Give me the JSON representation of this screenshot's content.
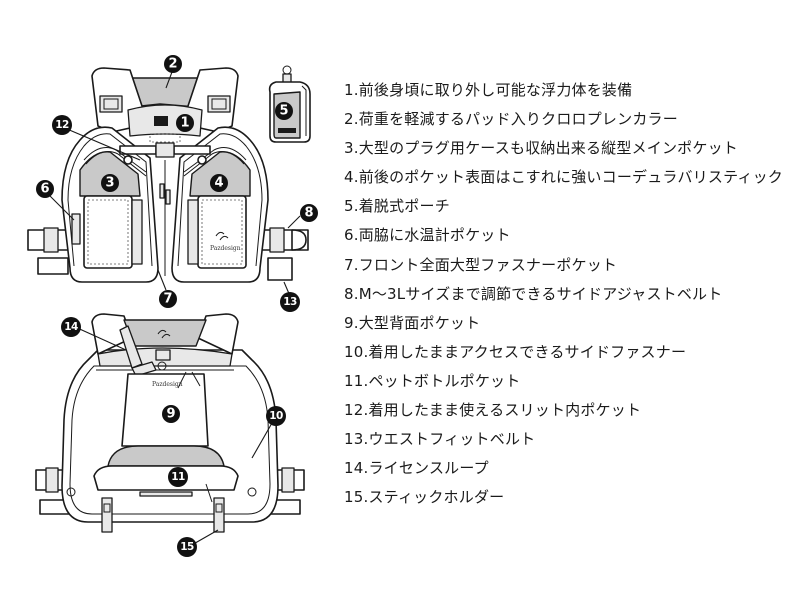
{
  "diagram": {
    "brand": "Pazdesign",
    "callouts": [
      "1",
      "2",
      "3",
      "4",
      "5",
      "6",
      "7",
      "8",
      "9",
      "10",
      "11",
      "12",
      "13",
      "14",
      "15"
    ],
    "colors": {
      "callout_fill": "#111111",
      "callout_text": "#ffffff",
      "panel_gray": "#c9c9c9",
      "outline": "#1a1a1a"
    }
  },
  "legend": {
    "items": [
      "1.前後身頃に取り外し可能な浮力体を装備",
      "2.荷重を軽減するパッド入りクロロプレンカラー",
      "3.大型のプラグ用ケースも収納出来る縦型メインポケット",
      "4.前後のポケット表面はこすれに強いコーデュラバリスティック",
      "5.着脱式ポーチ",
      "6.両脇に水温計ポケット",
      "7.フロント全面大型ファスナーポケット",
      "8.M～3Lサイズまで調節できるサイドアジャストベルト",
      "9.大型背面ポケット",
      "10.着用したままアクセスできるサイドファスナー",
      "11.ペットボトルポケット",
      "12.着用したまま使えるスリット内ポケット",
      "13.ウエストフィットベルト",
      "14.ライセンスループ",
      "15.スティックホルダー"
    ]
  }
}
